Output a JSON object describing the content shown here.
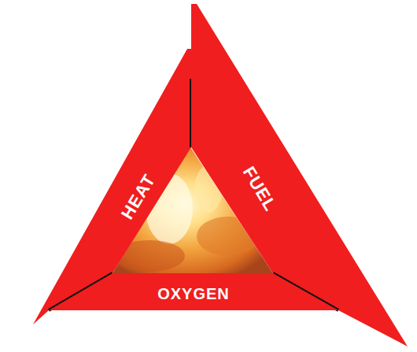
{
  "diagram": {
    "nodes": [
      {
        "text": [
          "HEAT"
        ]
      },
      {
        "text": [
          "FUEL"
        ]
      },
      {
        "text": [
          "OXYGEN"
        ]
      }
    ]
  }
}
